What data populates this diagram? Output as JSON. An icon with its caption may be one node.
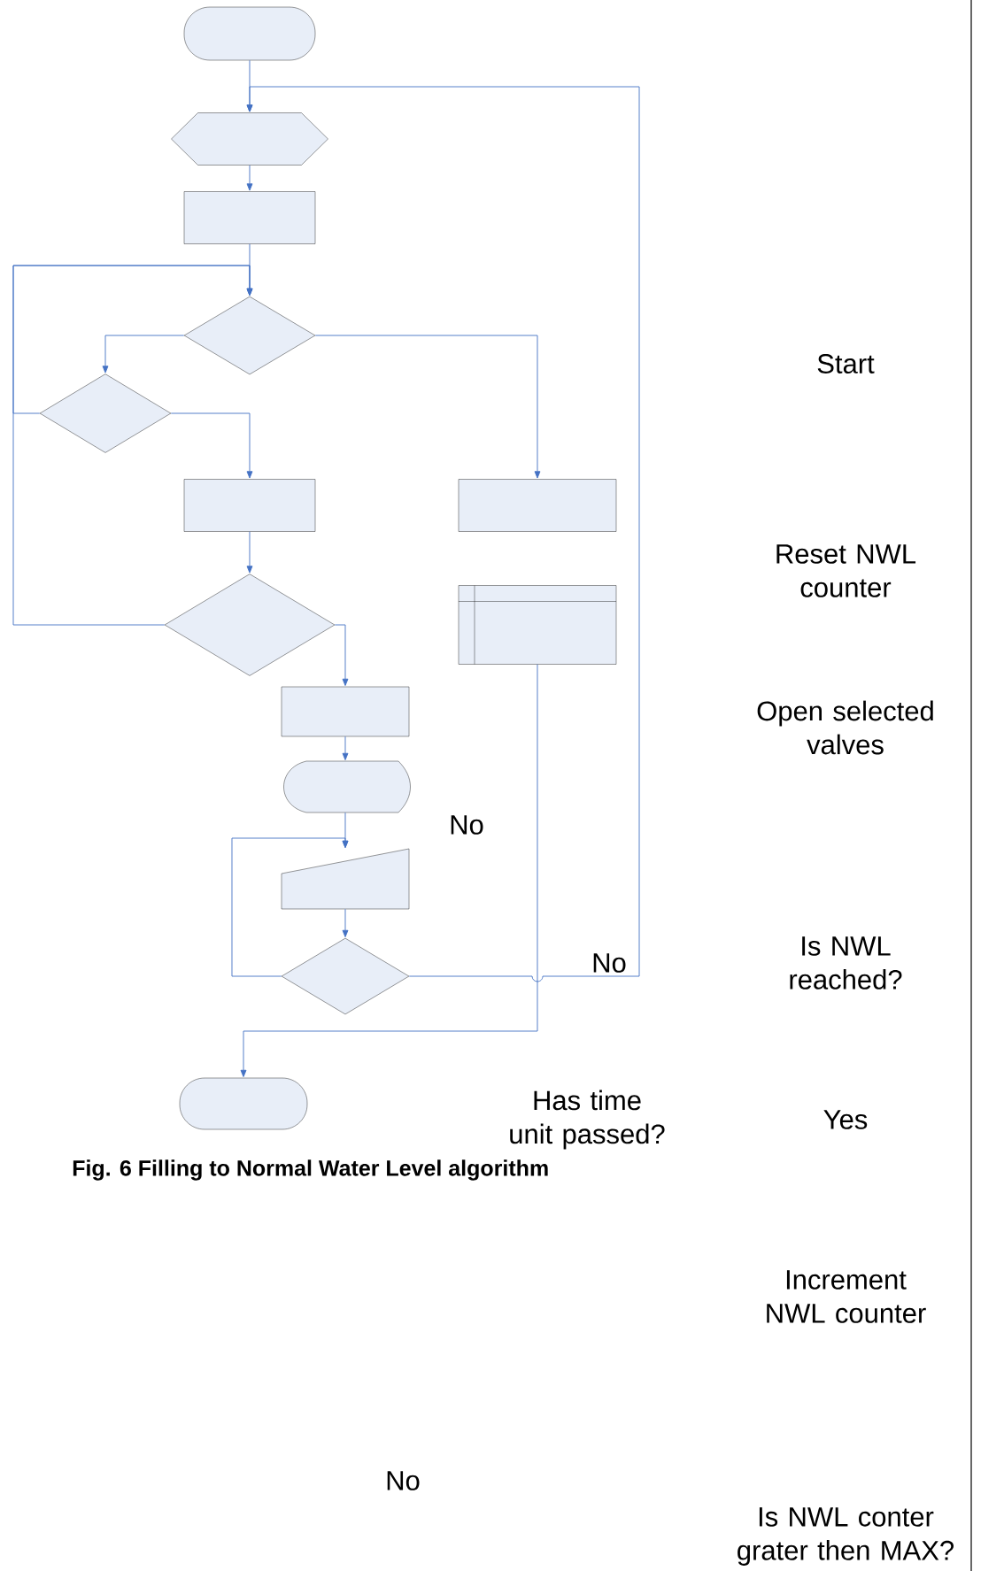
{
  "diagram": {
    "caption": "Fig. 6 Filling to Normal Water Level algorithm",
    "nodes": [
      {
        "text": [],
        "shape": "terminal"
      },
      {
        "text": [],
        "shape": "hexagon"
      },
      {
        "text": [],
        "shape": "box"
      },
      {
        "text": [],
        "shape": "diamond"
      },
      {
        "text": [],
        "shape": "diamond"
      },
      {
        "text": [],
        "shape": "box"
      },
      {
        "text": [],
        "shape": "box"
      },
      {
        "text": [],
        "shape": "subroutine"
      },
      {
        "text": [],
        "shape": "diamond"
      },
      {
        "text": [],
        "shape": "box"
      },
      {
        "text": [],
        "shape": "display"
      },
      {
        "text": [],
        "shape": "trapezoid"
      },
      {
        "text": [],
        "shape": "diamond"
      },
      {
        "text": [],
        "shape": "terminal"
      }
    ],
    "edges": [
      {
        "from": 0,
        "to": 1,
        "arrow": "to"
      },
      {
        "from": 1,
        "to": 2,
        "arrow": "to"
      },
      {
        "from": 2,
        "to": 3,
        "arrow": "to"
      },
      {
        "from": 3,
        "to": 4,
        "arrow": "to"
      },
      {
        "from": 3,
        "to": 6,
        "arrow": "to"
      },
      {
        "from": 4,
        "to": 5,
        "arrow": "to"
      },
      {
        "from": 4,
        "to": 3,
        "arrow": "to"
      },
      {
        "from": 5,
        "to": 8,
        "arrow": "to"
      },
      {
        "from": 8,
        "to": 3,
        "arrow": "to"
      },
      {
        "from": 8,
        "to": 9,
        "arrow": "to"
      },
      {
        "from": 9,
        "to": 10,
        "arrow": "to"
      },
      {
        "from": 10,
        "to": 11,
        "arrow": "to"
      },
      {
        "from": 11,
        "to": 12,
        "arrow": "to"
      },
      {
        "from": 12,
        "to": 11,
        "arrow": "to"
      },
      {
        "from": 12,
        "to": 1,
        "arrow": "to"
      },
      {
        "from": 7,
        "to": 13,
        "arrow": "to"
      }
    ],
    "labels": [
      "Start",
      "Reset NWL counter",
      "Open selected valves",
      "No",
      "No",
      "Is NWL reached?",
      "Has time unit passed?",
      "Yes",
      "Increment NWL counter",
      "No",
      "Is NWL conter grater then MAX?"
    ]
  }
}
